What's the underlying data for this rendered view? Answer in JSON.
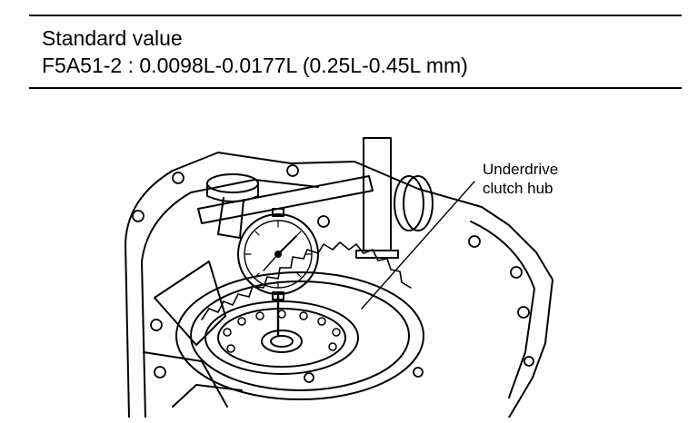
{
  "spec": {
    "heading": "Standard value",
    "value_line": "F5A51-2 : 0.0098L-0.0177L (0.25L-0.45L mm)"
  },
  "callout": {
    "line1": "Underdrive",
    "line2": "clutch hub"
  },
  "icons": [
    "dial-indicator-icon",
    "transaxle-case-illustration"
  ]
}
